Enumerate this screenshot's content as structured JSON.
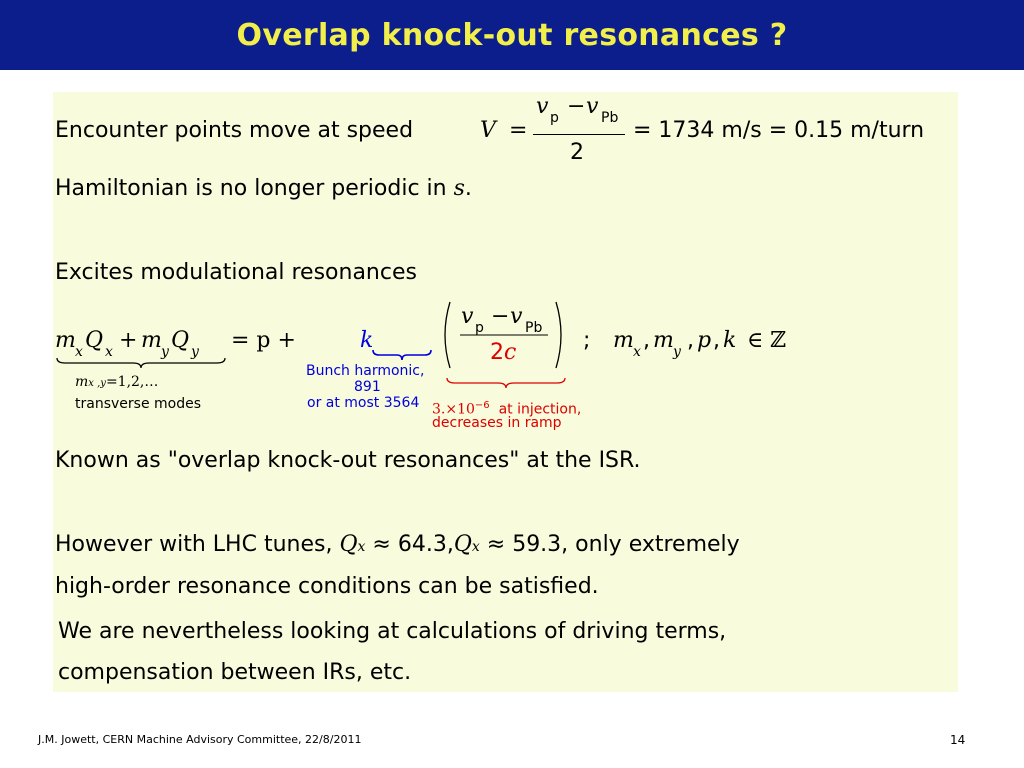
{
  "slide": {
    "title": "Overlap knock-out resonances ?",
    "line1_text": "Encounter points move at speed",
    "eq1": {
      "lhs": "V",
      "eq": "=",
      "num_v1": "v",
      "num_sub1": "p",
      "num_minus": "−",
      "num_v2": "v",
      "num_sub2": "Pb",
      "den": "2",
      "rhs": "= 1734 m/s = 0.15 m/turn"
    },
    "line2_text": "Hamiltonian is no longer periodic in",
    "line2_var": "s",
    "line2_end": ".",
    "line3_text": "Excites modulational resonances",
    "eq2": {
      "lhs": "m",
      "lhs_sub_x": "x",
      "lhs_Q": "Q",
      "plus1": "+",
      "m2": "m",
      "sub_y": "y",
      "Q2": "Q",
      "eq_p_plus": "= p +",
      "k": "k",
      "frac_num": "v",
      "frac_sub1": "p",
      "frac_minus": "−",
      "frac_num2": "v",
      "frac_sub2": "Pb",
      "frac_den_num": "2",
      "frac_den_c": "c",
      "semicolon": ";",
      "rhs_set": "m",
      "rhs_comma": ",",
      "rhs_p": "p",
      "rhs_k": "k",
      "rhs_in": "∈ ℤ"
    },
    "annot_left_1a": "m",
    "annot_left_1b": "x ,y",
    "annot_left_1c": "=1,2,…",
    "annot_left_2": "transverse modes",
    "annot_mid_1": "Bunch harmonic,",
    "annot_mid_2": "891",
    "annot_mid_3": "or at most 3564",
    "annot_right_1a": "3.×10",
    "annot_right_1b": "−6",
    "annot_right_1c": "at injection,",
    "annot_right_2": "decreases in ramp",
    "line4_text": "Known as \"overlap knock-out resonances\" at the ISR.",
    "line5_a": "However with LHC tunes,",
    "line5_Q": "Q",
    "line5_x": "x",
    "line5_b": "≈ 64.3,",
    "line5_c": "≈ 59.3, only extremely",
    "line6_text": "high-order resonance conditions can be satisfied.",
    "line7_text": "We are nevertheless looking at calculations of driving terms,",
    "line8_text": "compensation between IRs, etc."
  },
  "footer": {
    "left": "J.M. Jowett, CERN Machine Advisory Committee, 22/8/2011",
    "page": "14"
  },
  "colors": {
    "title_bg": "#0b1e8c",
    "title_fg": "#f2ef4a",
    "panel_bg": "#f8fbdc",
    "blue_annot": "#0000dd",
    "red_annot": "#dd0000"
  }
}
